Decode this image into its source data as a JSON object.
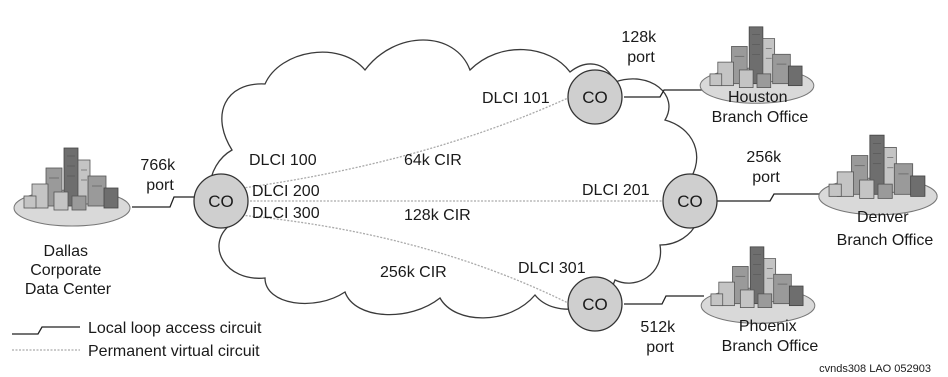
{
  "diagram": {
    "offices": {
      "dallas": [
        "Dallas",
        "Corporate",
        "Data Center"
      ],
      "houston": [
        "Houston",
        "Branch Office"
      ],
      "denver": [
        "Denver",
        "Branch Office"
      ],
      "phoenix": [
        "Phoenix",
        "Branch Office"
      ]
    },
    "central_office_label": "CO",
    "ports": {
      "dallas": [
        "766k",
        "port"
      ],
      "houston": [
        "128k",
        "port"
      ],
      "denver": [
        "256k",
        "port"
      ],
      "phoenix": [
        "512k",
        "port"
      ]
    },
    "dlci": {
      "d100": "DLCI 100",
      "d200": "DLCI 200",
      "d300": "DLCI 300",
      "d101": "DLCI 101",
      "d201": "DLCI 201",
      "d301": "DLCI 301"
    },
    "cir": {
      "houston": "64k CIR",
      "denver": "128k CIR",
      "phoenix": "256k CIR"
    },
    "legend": {
      "local_loop": "Local loop access circuit",
      "pvc": "Permanent virtual circuit"
    },
    "footer_code": "cvnds308 LAO 052903"
  }
}
